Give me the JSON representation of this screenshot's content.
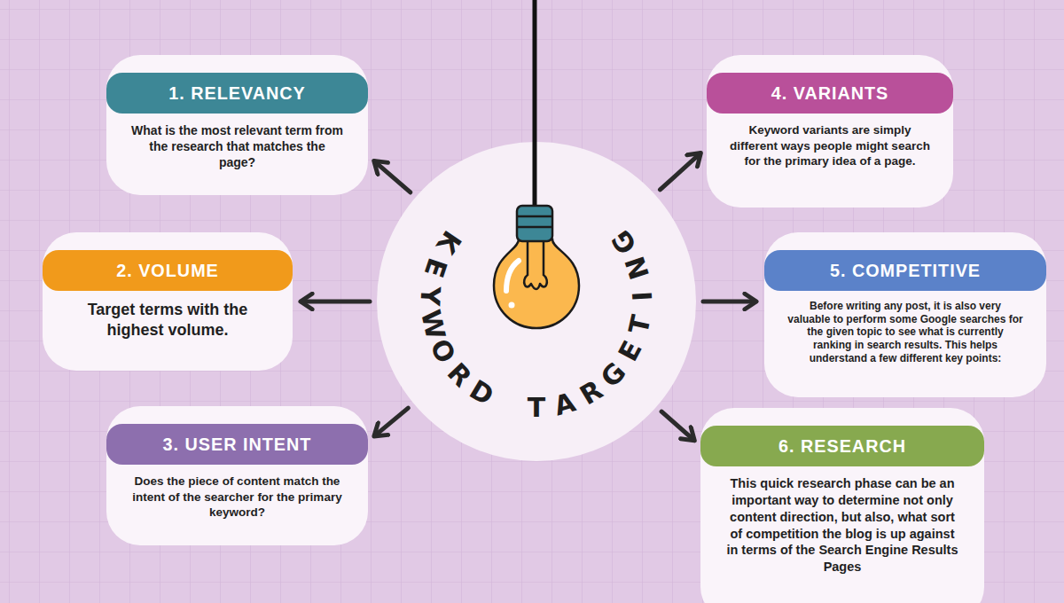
{
  "diagram": {
    "nodes": [
      {
        "text": [
          "KEYWORD TARGETING"
        ]
      },
      {
        "text": [
          "1. RELEVANCY",
          "What is the most relevant term from the research that matches the page?"
        ]
      },
      {
        "text": [
          "2. VOLUME",
          "Target terms with the highest volume."
        ]
      },
      {
        "text": [
          "3. USER INTENT",
          "Does the piece of content match the intent of the searcher for the primary keyword?"
        ]
      },
      {
        "text": [
          "4. VARIANTS",
          "Keyword variants are simply different ways people might search for the primary idea of a page."
        ]
      },
      {
        "text": [
          "5. COMPETITIVE",
          "Before writing any post, it is also very valuable to perform some Google searches for the given topic to see what is currently ranking in search results. This helps understand a few different key points:"
        ]
      },
      {
        "text": [
          "6. RESEARCH",
          "This quick research phase can be an important way to determine not only content direction, but also, what sort of competition the blog is up against in terms of the Search Engine Results Pages"
        ]
      }
    ],
    "edges": [
      {
        "from": 0,
        "to": 1,
        "arrow": "to"
      },
      {
        "from": 0,
        "to": 2,
        "arrow": "to"
      },
      {
        "from": 0,
        "to": 3,
        "arrow": "to"
      },
      {
        "from": 0,
        "to": 4,
        "arrow": "to"
      },
      {
        "from": 0,
        "to": 5,
        "arrow": "to"
      },
      {
        "from": 0,
        "to": 6,
        "arrow": "to"
      }
    ]
  }
}
